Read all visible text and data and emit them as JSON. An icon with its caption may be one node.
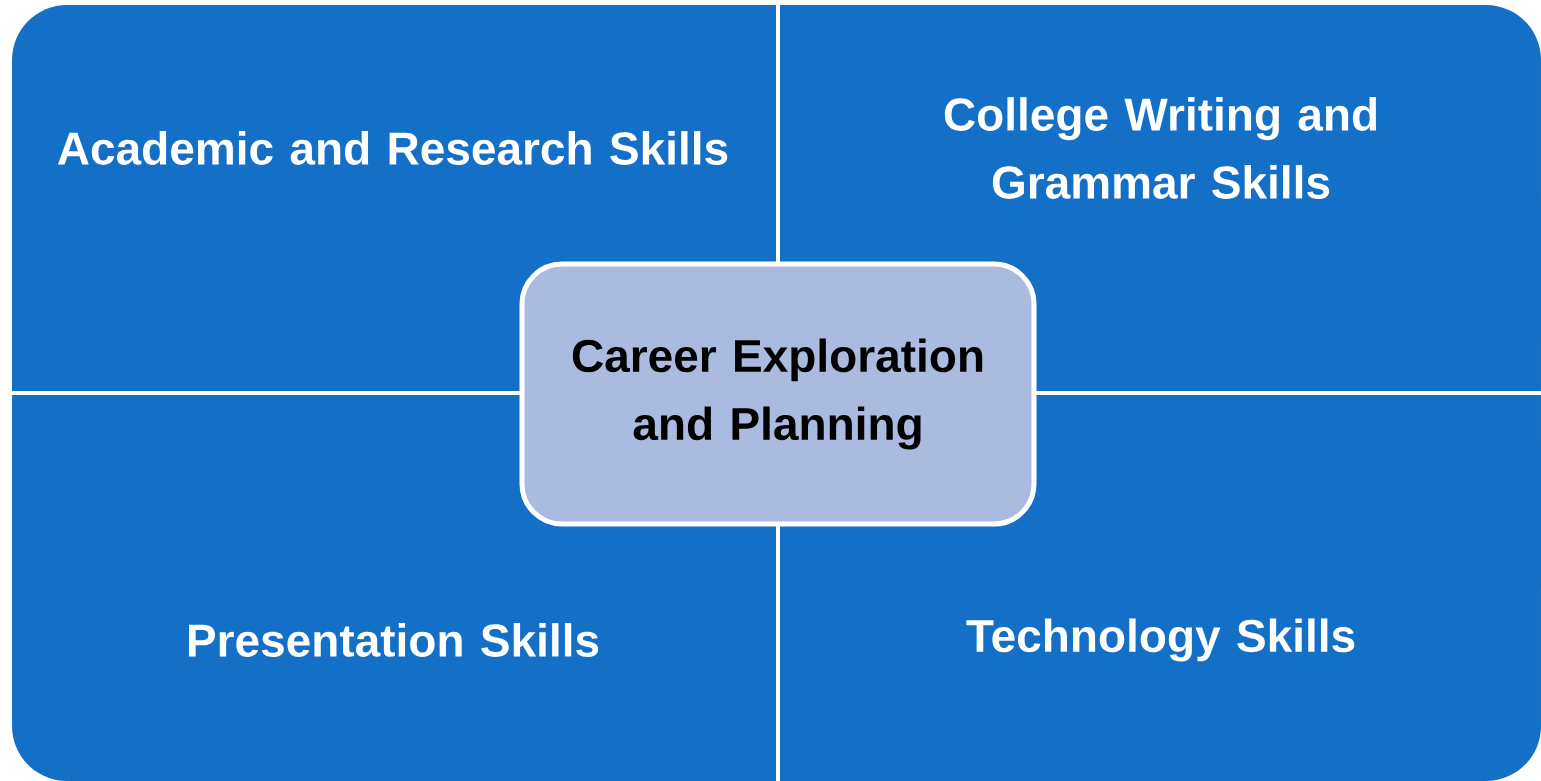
{
  "diagram": {
    "nodes": [
      {
        "text": [
          "Academic and Research Skills"
        ]
      },
      {
        "text": [
          "College Writing and Grammar Skills"
        ]
      },
      {
        "text": [
          "Presentation Skills"
        ]
      },
      {
        "text": [
          "Technology Skills"
        ]
      },
      {
        "text": [
          "Career Exploration and Planning"
        ]
      }
    ]
  }
}
